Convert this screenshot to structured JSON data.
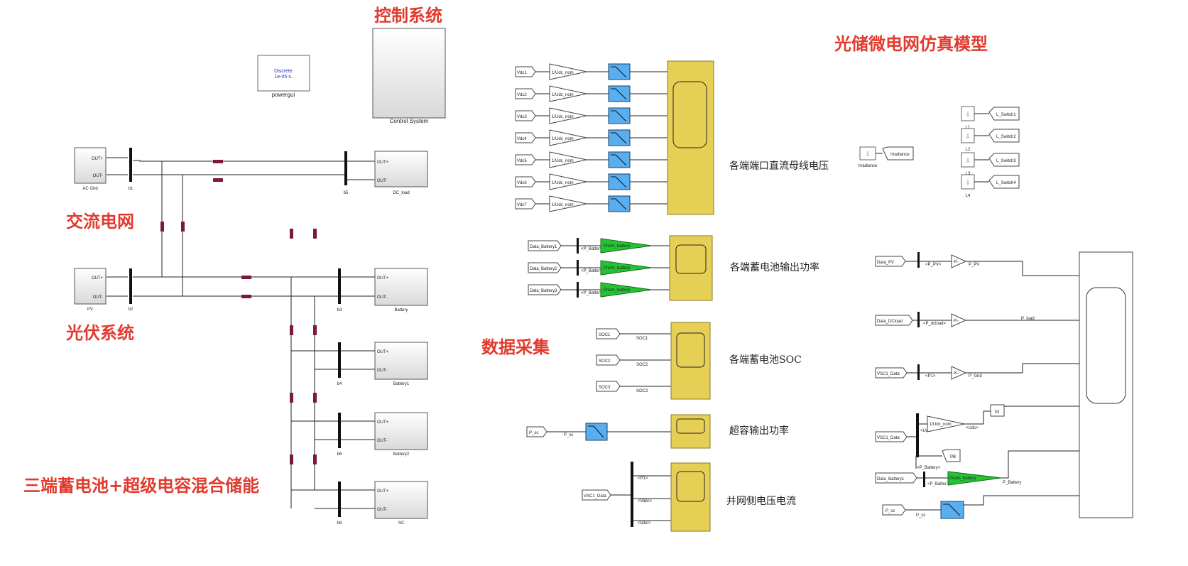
{
  "titles": {
    "control": "控制系统",
    "model": "光储微电网仿真模型",
    "ac_grid": "交流电网",
    "pv_system": "光伏系统",
    "storage": "三端蓄电池+超级电容混合储能",
    "data": "数据采集"
  },
  "scope_labels": {
    "dc_voltage": "各端端口直流母线电压",
    "battery_power": "各端蓄电池输出功率",
    "battery_soc": "各端蓄电池SOC",
    "sc_power": "超容输出功率",
    "grid_vi": "并网侧电压电流"
  },
  "powergui": {
    "line1": "Discrete",
    "line2": "1e-05 s.",
    "name": "powergui"
  },
  "control_system": "Control System",
  "sources": [
    {
      "name": "AC Grid",
      "bus": "b1",
      "out_pos": "OUT+",
      "out_neg": "OUT-"
    },
    {
      "name": "PV",
      "bus": "b2",
      "out_pos": "OUT+",
      "out_neg": "OUT-"
    }
  ],
  "loads": [
    {
      "name": "DC_load",
      "bus": "b5",
      "in_pos": "OUT+",
      "in_neg": "OUT-"
    },
    {
      "name": "Battery",
      "bus": "b3",
      "in_pos": "OUT+",
      "in_neg": "OUT-"
    },
    {
      "name": "Battery1",
      "bus": "b4",
      "in_pos": "OUT+",
      "in_neg": "OUT-"
    },
    {
      "name": "Battery2",
      "bus": "b6",
      "in_pos": "OUT+",
      "in_neg": "OUT-"
    },
    {
      "name": "SC",
      "bus": "b8",
      "in_pos": "OUT+",
      "in_neg": "OUT-"
    }
  ],
  "dc_inputs": [
    "Vdc1",
    "Vdc2",
    "Vdc3",
    "Vdc4",
    "Vdc5",
    "Vdc6",
    "Vdc7"
  ],
  "dc_gain": "1/Udc_nom",
  "battery_inputs": [
    "Data_Battery1",
    "Data_Battery2",
    "Data_Battery3"
  ],
  "battery_selector": "<P_Battery>",
  "battery_gain": "Pnom_battery",
  "soc_inputs": [
    "SOC1",
    "SOC2",
    "SOC3"
  ],
  "sc_input": "P_sc",
  "vsc_input": "VSC1_Data",
  "vsc_signals": [
    "<P1>",
    "<Vabc>",
    "<Iabc>"
  ],
  "irradiance": {
    "block": "Irradiance",
    "label": "Irradiance"
  },
  "switches": [
    {
      "block": "L1",
      "tag": "L_Switch1"
    },
    {
      "block": "L2",
      "tag": "L_Switch2"
    },
    {
      "block": "L3",
      "tag": "L_Switch3"
    },
    {
      "block": "L4",
      "tag": "L_Switch4"
    }
  ],
  "right_panel": {
    "pv": {
      "input": "Data_PV",
      "sel": "<P_PV>",
      "gain": "-K-",
      "out": "P_PV"
    },
    "dcload": {
      "input": "Data_DCload",
      "sel": "<P_dcload>",
      "gain": "-K-",
      "out": "P_load"
    },
    "grid": {
      "input": "VSC1_Data",
      "sel": "<P1>",
      "gain": "-K-",
      "out": "P_Grid"
    },
    "udc": {
      "input": "VSC1_Data",
      "sel": "<Udc>",
      "gain": "1/Udc_nom",
      "out": "<Udc>",
      "abs": "|u|"
    },
    "batt": {
      "input": "Data_Battery1",
      "sel": "<P_Battery>",
      "sel2": "<P_Batter",
      "gain": "Pnom_battery",
      "out": "P_Battery",
      "pb": "PB"
    },
    "sc": {
      "input": "P_sc",
      "out": "P_sc"
    }
  }
}
